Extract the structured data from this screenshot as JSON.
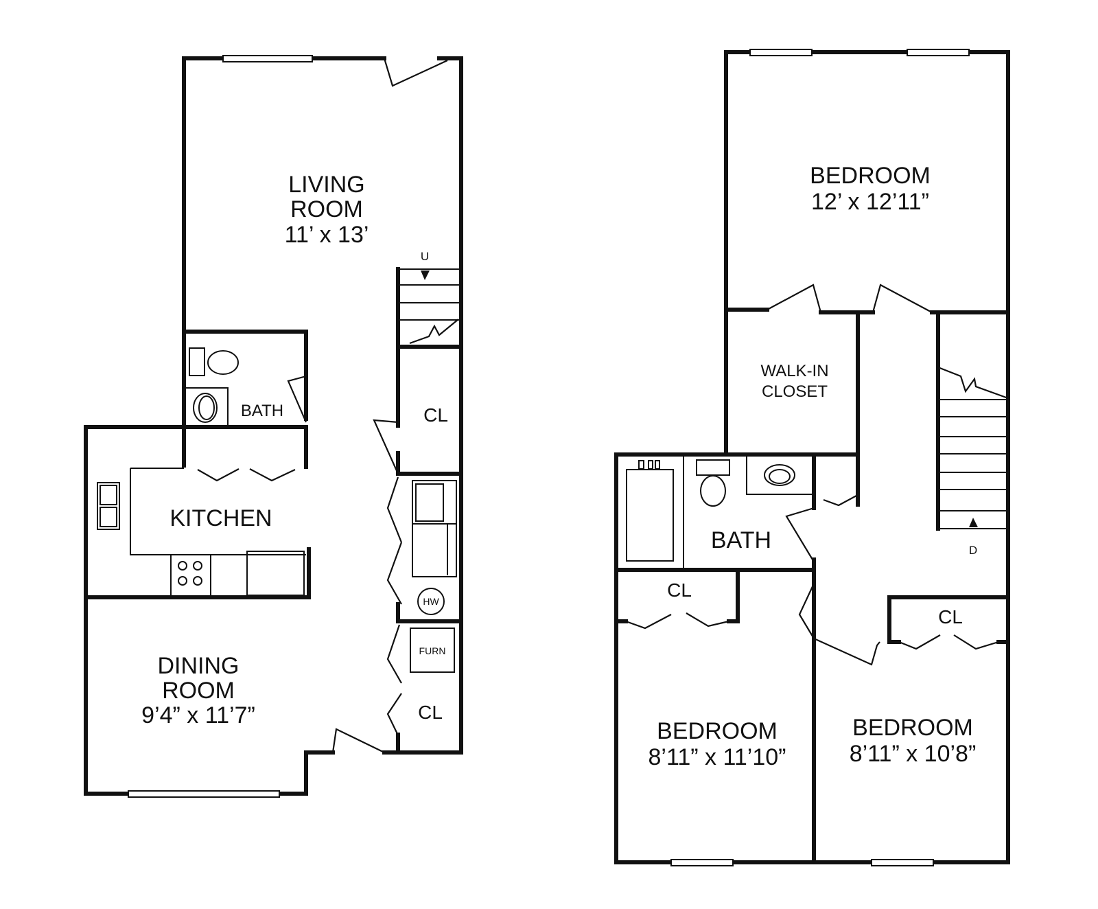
{
  "floorplan": {
    "first_floor": {
      "living_room": {
        "name_line1": "LIVING",
        "name_line2": "ROOM",
        "dims": "11’ x 13’"
      },
      "bath": {
        "name": "BATH"
      },
      "kitchen": {
        "name": "KITCHEN"
      },
      "dining_room": {
        "name_line1": "DINING",
        "name_line2": "ROOM",
        "dims": "9’4” x 11’7”"
      },
      "closet_upper": {
        "name": "CL"
      },
      "closet_lower": {
        "name": "CL"
      },
      "hot_water": {
        "name": "HW"
      },
      "furnace": {
        "name": "FURN"
      },
      "stairs": {
        "direction_label": "U"
      }
    },
    "second_floor": {
      "master_bedroom": {
        "name": "BEDROOM",
        "dims": "12’ x 12’11”"
      },
      "walk_in_closet": {
        "name_line1": "WALK-IN",
        "name_line2": "CLOSET"
      },
      "bath": {
        "name": "BATH"
      },
      "closet_left": {
        "name": "CL"
      },
      "closet_right": {
        "name": "CL"
      },
      "bedroom_left": {
        "name": "BEDROOM",
        "dims": "8’11” x 11’10”"
      },
      "bedroom_right": {
        "name": "BEDROOM",
        "dims": "8’11” x 10’8”"
      },
      "stairs": {
        "direction_label": "D"
      }
    }
  }
}
